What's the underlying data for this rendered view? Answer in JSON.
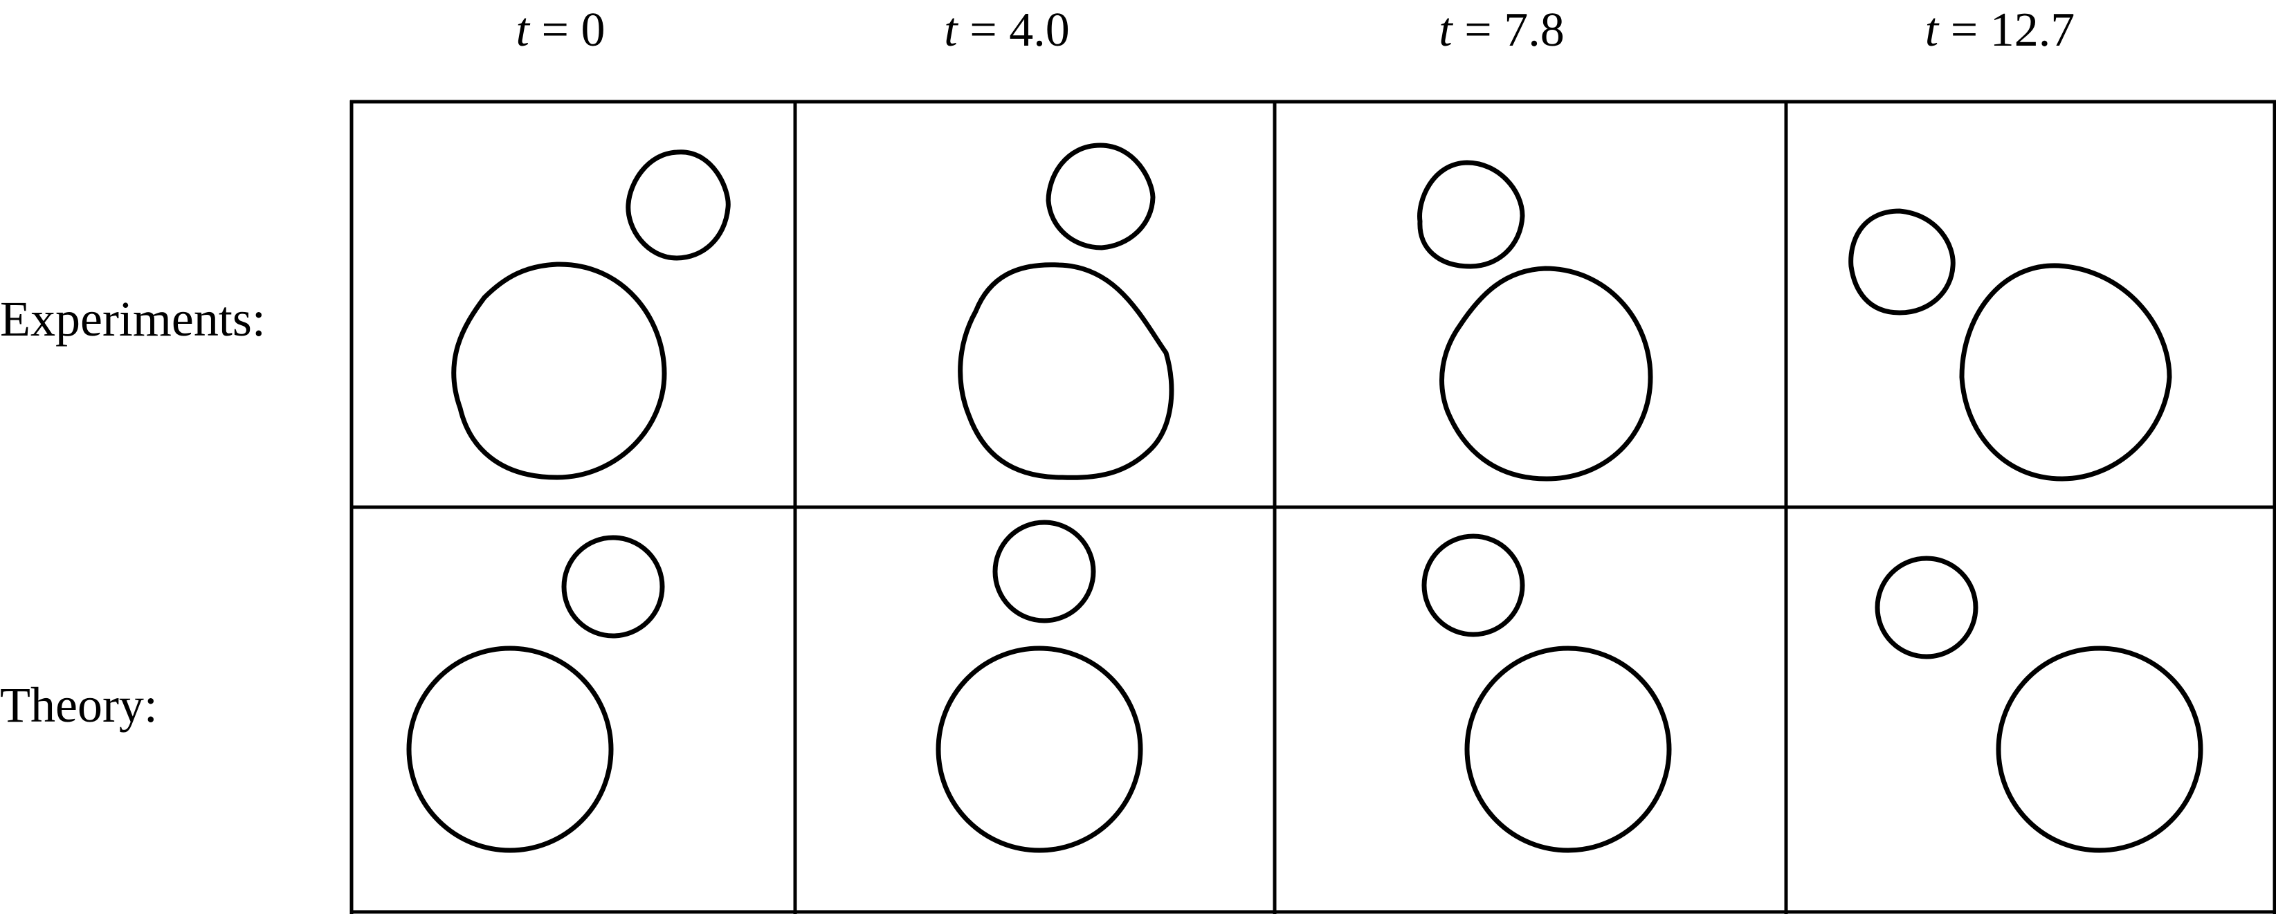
{
  "row_labels": {
    "experiments": "Experiments:",
    "theory": "Theory:"
  },
  "time_var": "t",
  "time_eq": " = ",
  "columns": [
    {
      "time": "0"
    },
    {
      "time": "4.0"
    },
    {
      "time": "7.8"
    },
    {
      "time": "12.7"
    }
  ],
  "colors": {
    "stroke": "#000000",
    "background": "#ffffff"
  }
}
